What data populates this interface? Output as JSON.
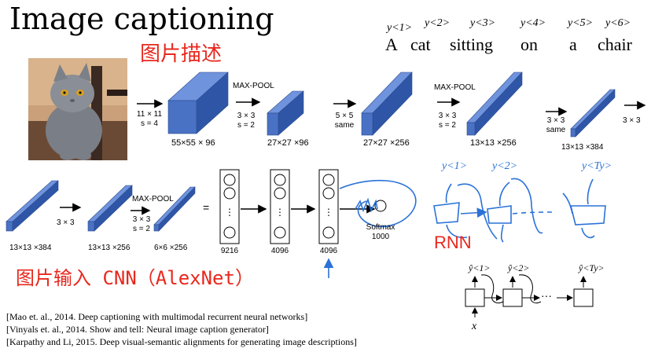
{
  "title": "Image captioning",
  "subtitle_cn": "图片描述",
  "caption": {
    "words": [
      "A",
      "cat",
      "sitting",
      "on",
      "a",
      "chair"
    ],
    "y_labels": [
      "y<1>",
      "y<2>",
      "y<3>",
      "y<4>",
      "y<5>",
      "y<6>"
    ]
  },
  "cnn_row1": {
    "op1": [
      "11 × 11",
      "s = 4"
    ],
    "vol1": "55×55 × 96",
    "pool1": "MAX-POOL",
    "op2": [
      "3 × 3",
      "s = 2"
    ],
    "vol2": "27×27 ×96",
    "op3": [
      "5 × 5",
      "same"
    ],
    "vol3": "27×27 ×256",
    "pool2": "MAX-POOL",
    "op4": [
      "3 × 3",
      "s = 2"
    ],
    "vol4": "13×13 ×256",
    "op5": [
      "3 × 3",
      "same"
    ],
    "vol5": "13×13 ×384",
    "op6": "3 × 3"
  },
  "cnn_row2": {
    "vol6": "13×13 ×384",
    "op7": "3 × 3",
    "vol7": "13×13 ×256",
    "pool3": "MAX-POOL",
    "op8": [
      "3 × 3",
      "s = 2"
    ],
    "vol8": "6×6 ×256",
    "eq": "=",
    "fc1": "9216",
    "fc2": "4096",
    "fc3": "4096",
    "softmax": [
      "Softmax",
      "1000"
    ]
  },
  "handwriting": {
    "rnn_top": [
      "y<1>",
      "y<2>",
      "y<Ty>"
    ]
  },
  "rnn_small": {
    "y_labels": [
      "ŷ<1>",
      "ŷ<2>",
      "ŷ<Ty>"
    ],
    "x_label": "x",
    "dots": "···"
  },
  "cnn_label": "图片输入 CNN（AlexNet）",
  "rnn_label": "RNN",
  "references": [
    "[Mao et. al., 2014. Deep captioning with multimodal recurrent neural networks]",
    "[Vinyals et. al., 2014. Show and tell: Neural image caption generator]",
    "[Karpathy and Li, 2015. Deep visual-semantic alignments for generating image descriptions]"
  ],
  "colors": {
    "block": "#4a72c4",
    "block_top": "#6f93dc",
    "block_side": "#2f56a6",
    "accent_red": "#e8281e",
    "ink_blue": "#2a72d8"
  }
}
